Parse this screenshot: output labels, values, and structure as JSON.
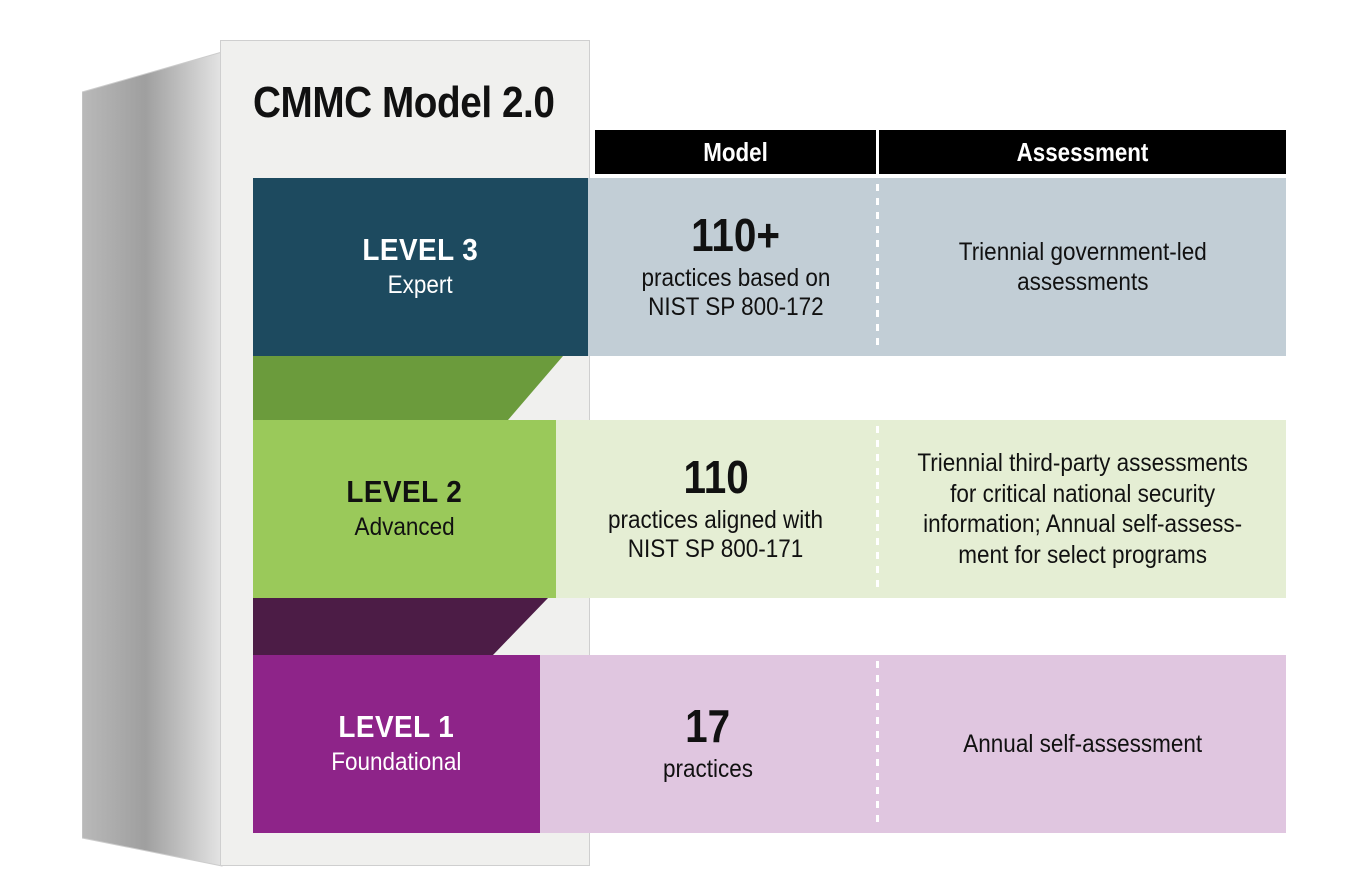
{
  "card": {
    "title": "CMMC Model 2.0"
  },
  "table": {
    "headers": [
      "Model",
      "Assessment"
    ]
  },
  "levels": [
    {
      "name": "LEVEL 3",
      "descriptor": "Expert",
      "block_color": "#1d4a5f",
      "block_text_color": "#ffffff",
      "row_color": "#c2ced6",
      "connector_color": "#6b9b3c",
      "model_count": "110+",
      "model_detail": "practices based on\nNIST SP 800-172",
      "model_detail_lines": [
        "practices based on",
        "NIST SP 800-172"
      ],
      "assessment": "Triennial government-led\nassessments",
      "assessment_lines": [
        "Triennial government-led",
        "assessments"
      ]
    },
    {
      "name": "LEVEL 2",
      "descriptor": "Advanced",
      "block_color": "#9ac95a",
      "block_text_color": "#111111",
      "row_color": "#e5eed4",
      "connector_color": "#4c1c46",
      "model_count": "110",
      "model_detail": "practices aligned with\nNIST SP 800-171",
      "model_detail_lines": [
        "practices aligned with",
        "NIST SP 800-171"
      ],
      "assessment": "Triennial third-party assessments for critical national security information; Annual self-assessment for select programs",
      "assessment_lines": [
        "Triennial third-party assessments",
        "for critical national security",
        "information; Annual self-assess-",
        "ment for select programs"
      ]
    },
    {
      "name": "LEVEL 1",
      "descriptor": "Foundational",
      "block_color": "#8e2489",
      "block_text_color": "#ffffff",
      "row_color": "#e0c6e0",
      "connector_color": "",
      "model_count": "17",
      "model_detail": "practices",
      "model_detail_lines": [
        "practices"
      ],
      "assessment": "Annual self-assessment",
      "assessment_lines": [
        "Annual self-assessment"
      ]
    }
  ]
}
